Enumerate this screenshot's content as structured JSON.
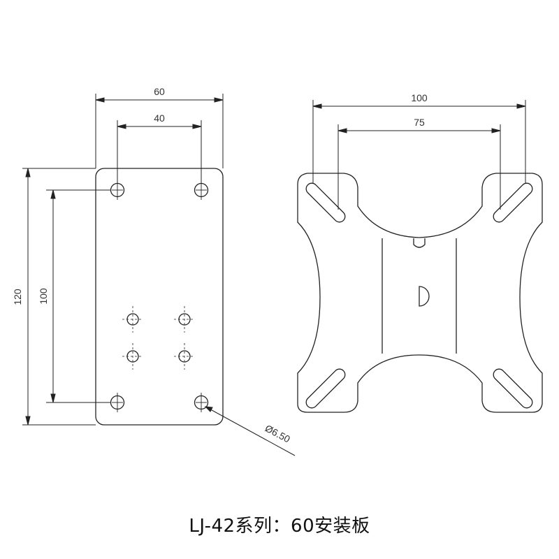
{
  "left_plate": {
    "dim_overall_width": "60",
    "dim_hole_spacing_x": "40",
    "dim_overall_height": "120",
    "dim_hole_spacing_y": "100",
    "dim_hole_diameter": "Ø6.50"
  },
  "right_plate": {
    "dim_outer_spacing": "100",
    "dim_inner_spacing": "75"
  },
  "caption": "LJ-42系列：60安装板"
}
